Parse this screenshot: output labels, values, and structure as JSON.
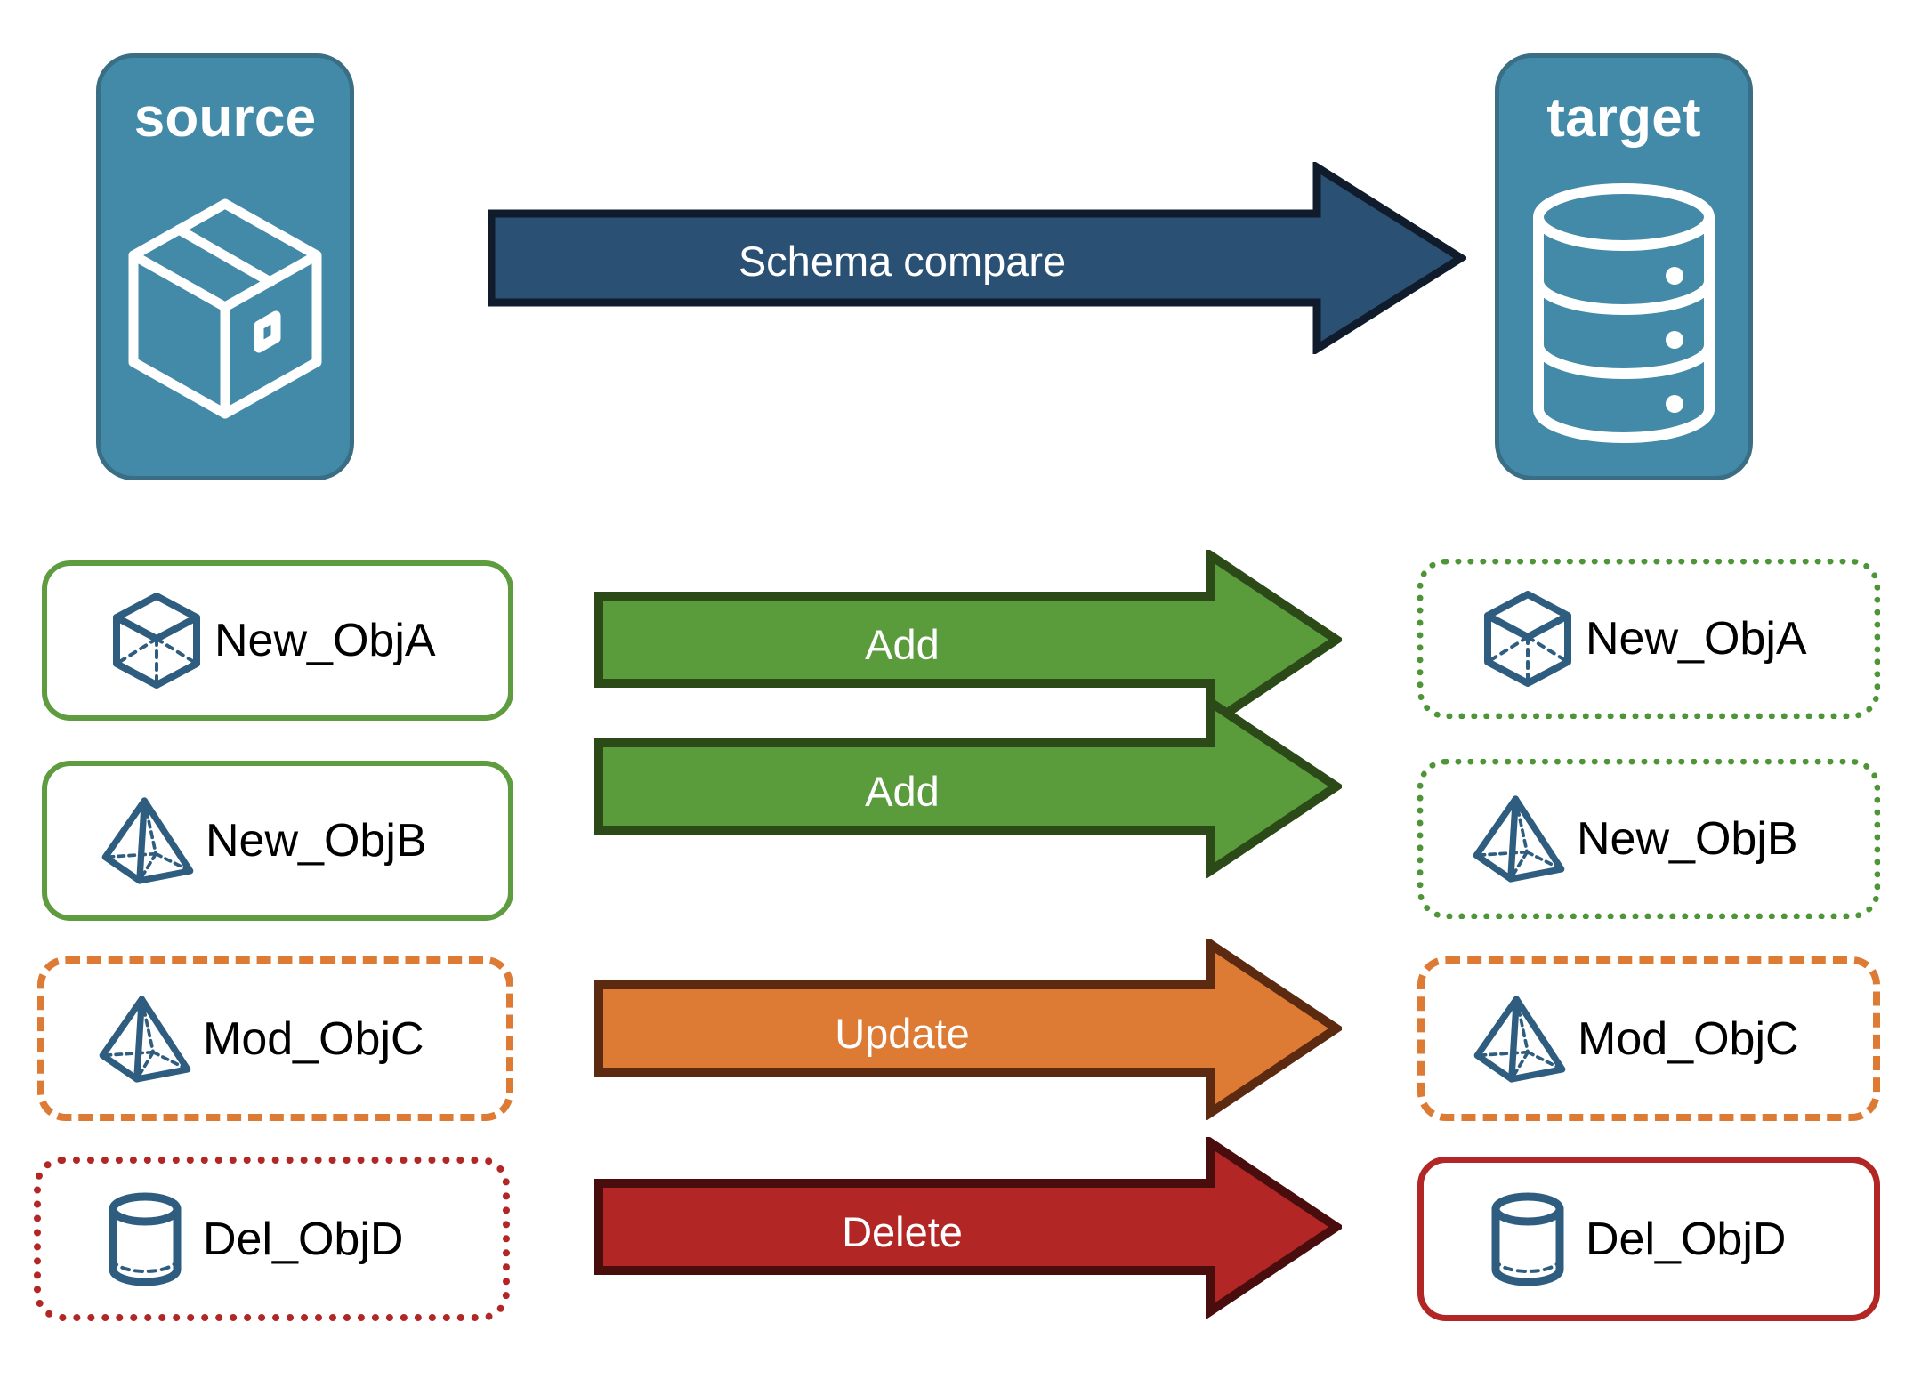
{
  "diagram": {
    "title": "Schema compare between source and target",
    "endpoints": {
      "source": {
        "label": "source",
        "icon": "package-box-icon",
        "fill": "#4389A8",
        "stroke": "#3A6E85"
      },
      "target": {
        "label": "target",
        "icon": "database-cylinder-icon",
        "fill": "#4389A8",
        "stroke": "#3A6E85"
      }
    },
    "main_arrow": {
      "label": "Schema compare",
      "fill": "#2A5073",
      "stroke": "#101C2B",
      "text_color": "#FFFFFF"
    },
    "colors": {
      "green": "#5A9B3C",
      "green_dark": "#2B4A18",
      "green_border": "#5E9C3F",
      "orange": "#DD7B35",
      "orange_dark": "#5B2A10",
      "orange_border": "#DD7B35",
      "red": "#B22626",
      "red_dark": "#4A0D0D",
      "red_border": "#B22626",
      "object_icon": "#2E5D80",
      "label_text": "#000000"
    },
    "rows": [
      {
        "source": {
          "label": "New_ObjA",
          "icon": "cube-wireframe-icon",
          "border_style": "solid",
          "border_color": "#5E9C3F"
        },
        "action": {
          "label": "Add",
          "fill": "#5A9B3C",
          "stroke": "#2B4A18"
        },
        "target": {
          "label": "New_ObjA",
          "icon": "cube-wireframe-icon",
          "border_style": "dotted",
          "border_color": "#4E9537"
        }
      },
      {
        "source": {
          "label": "New_ObjB",
          "icon": "pyramid-wireframe-icon",
          "border_style": "solid",
          "border_color": "#5E9C3F"
        },
        "action": {
          "label": "Add",
          "fill": "#5A9B3C",
          "stroke": "#2B4A18"
        },
        "target": {
          "label": "New_ObjB",
          "icon": "pyramid-wireframe-icon",
          "border_style": "dotted",
          "border_color": "#4E9537"
        }
      },
      {
        "source": {
          "label": "Mod_ObjC",
          "icon": "pyramid-wireframe-icon",
          "border_style": "dashed",
          "border_color": "#DD7B35"
        },
        "action": {
          "label": "Update",
          "fill": "#DD7B35",
          "stroke": "#5B2A10"
        },
        "target": {
          "label": "Mod_ObjC",
          "icon": "pyramid-wireframe-icon",
          "border_style": "dashed",
          "border_color": "#DD7B35"
        }
      },
      {
        "source": {
          "label": "Del_ObjD",
          "icon": "cylinder-wireframe-icon",
          "border_style": "dotted",
          "border_color": "#B22626"
        },
        "action": {
          "label": "Delete",
          "fill": "#B22626",
          "stroke": "#4A0D0D"
        },
        "target": {
          "label": "Del_ObjD",
          "icon": "cylinder-wireframe-icon",
          "border_style": "solid",
          "border_color": "#B22626"
        }
      }
    ]
  }
}
